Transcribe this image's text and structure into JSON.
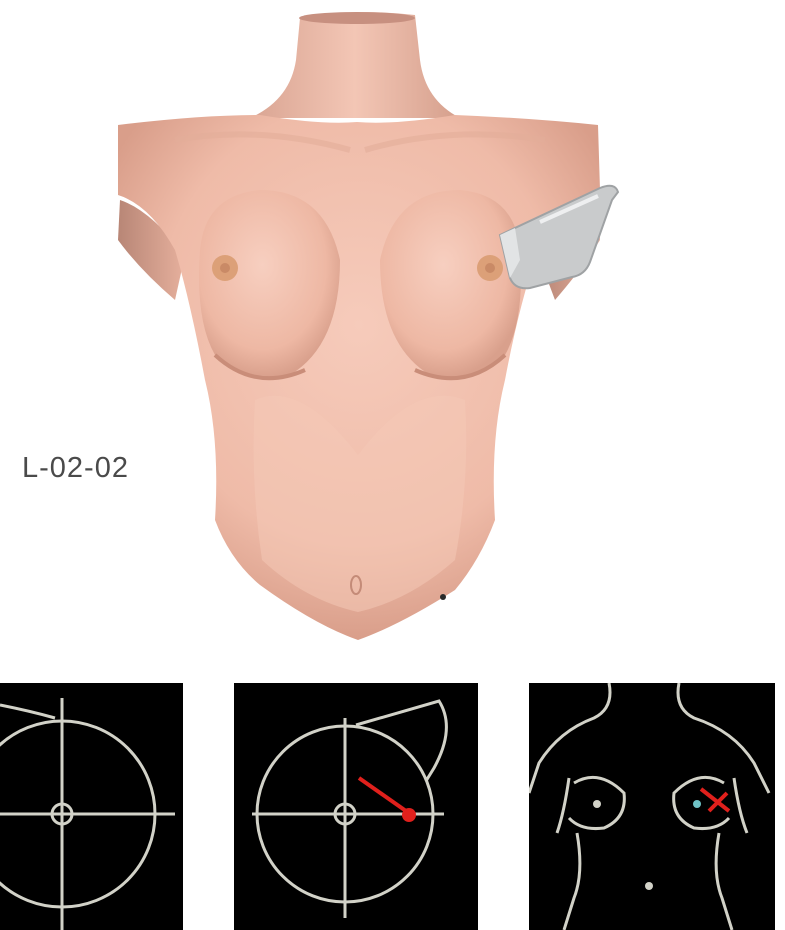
{
  "probe_position_label": "L-02-02",
  "colors": {
    "skin": "#f2c0ae",
    "skin_shadow": "#d89f8c",
    "nipple": "#d99a70",
    "probe": "#c9cbcc",
    "background": "#ffffff",
    "panel_background": "#000000",
    "panel_lines": "#d2d2c8",
    "probe_direction": "#e0201c",
    "marker": "#6fc2c6"
  },
  "panels": {
    "left": {
      "icon": "breast-clock-diagram"
    },
    "middle": {
      "icon": "breast-clock-diagram-with-probe-arrow"
    },
    "right": {
      "icon": "body-outline-with-probe-marker"
    }
  }
}
